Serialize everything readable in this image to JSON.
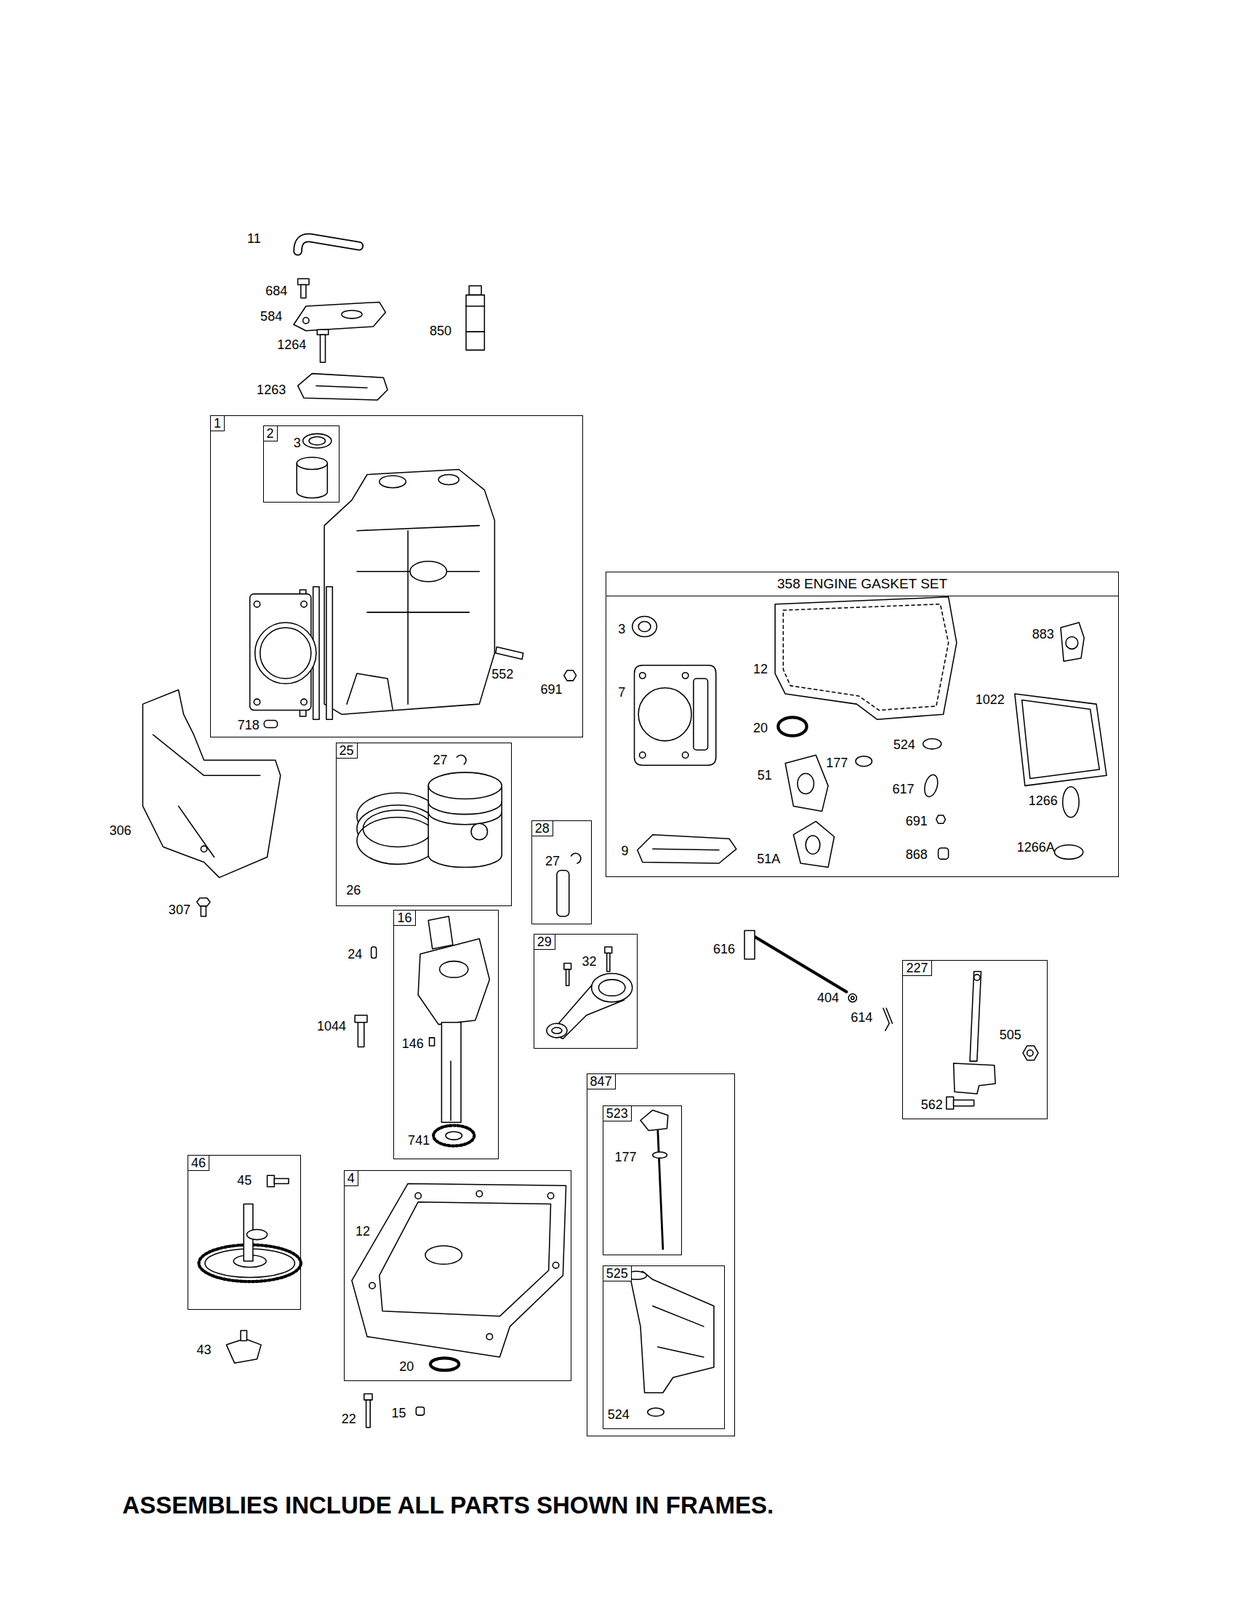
{
  "diagram": {
    "caption": "ASSEMBLIES INCLUDE ALL PARTS SHOWN IN FRAMES.",
    "nodes": [
      {
        "text": [
          "1",
          "552",
          "691",
          "718"
        ]
      },
      {
        "text": [
          "2",
          "3"
        ],
        "in": 0
      },
      {
        "text": [
          "358 ENGINE GASKET SET",
          "3",
          "883",
          "12",
          "7",
          "1022",
          "20",
          "524",
          "177",
          "51",
          "617",
          "1266",
          "691",
          "9",
          "51A",
          "868",
          "1266A"
        ]
      },
      {
        "text": [
          "25",
          "27",
          "26"
        ]
      },
      {
        "text": [
          "28",
          "27"
        ]
      },
      {
        "text": [
          "16",
          "146",
          "741"
        ]
      },
      {
        "text": [
          "29",
          "32"
        ]
      },
      {
        "text": [
          "227",
          "505",
          "562"
        ]
      },
      {
        "text": [
          "847"
        ]
      },
      {
        "text": [
          "523",
          "177"
        ],
        "in": 8
      },
      {
        "text": [
          "525",
          "524"
        ],
        "in": 8
      },
      {
        "text": [
          "46",
          "45"
        ]
      },
      {
        "text": [
          "4",
          "12",
          "20"
        ]
      }
    ],
    "labels": [
      "11",
      "684",
      "584",
      "850",
      "1264",
      "1263",
      "306",
      "307",
      "24",
      "1044",
      "616",
      "404",
      "614",
      "43",
      "22",
      "15"
    ]
  }
}
